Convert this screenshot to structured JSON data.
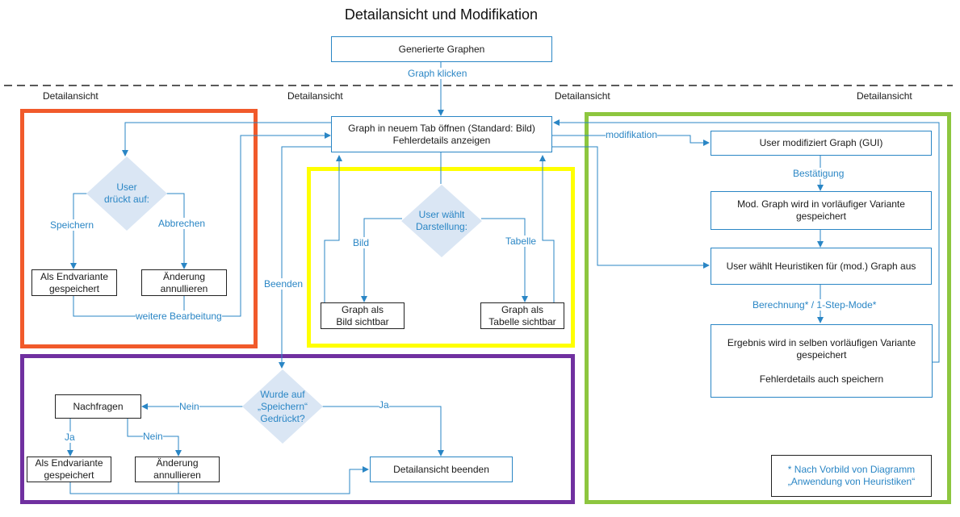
{
  "title": "Detailansicht und Modifikation",
  "sections": {
    "left": "Detailansicht",
    "middle": "Detailansicht",
    "right": "Detailansicht",
    "far_right": "Detailansicht"
  },
  "nodes": {
    "generated_graphs": "Generierte Graphen",
    "open_tab": "Graph in neuem Tab öffnen (Standard: Bild)\nFehlerdetails anzeigen",
    "user_presses": "User\ndrückt auf:",
    "save_final": "Als Endvariante\ngespeichert",
    "discard_change": "Änderung\nannullieren",
    "user_chooses_view": "User wählt\nDarstellung:",
    "graph_image": "Graph als\nBild sichtbar",
    "graph_table": "Graph als\nTabelle sichtbar",
    "user_modifies": "User modifiziert Graph (GUI)",
    "mod_saved": "Mod. Graph wird in vorläufiger Variante\ngespeichert",
    "user_heuristics": "User wählt Heuristiken für (mod.) Graph aus",
    "result_saved": "Ergebnis wird in selben vorläufigen Variante\ngespeichert\n\nFehlerdetails auch speichern",
    "was_saved": "Wurde auf\n„Speichern“\nGedrückt?",
    "ask": "Nachfragen",
    "end_detail": "Detailansicht beenden",
    "save_final_2": "Als Endvariante\ngespeichert",
    "discard_change_2": "Änderung\nannullieren",
    "note": "* Nach Vorbild von Diagramm\n„Anwendung von Heuristiken“"
  },
  "edges": {
    "graph_click": "Graph klicken",
    "modification": "modifikation",
    "save": "Speichern",
    "cancel": "Abbrechen",
    "further_edit": "weitere Bearbeitung",
    "image": "Bild",
    "table": "Tabelle",
    "confirm": "Bestätigung",
    "calculation": "Berechnung* / 1-Step-Mode*",
    "end": "Beenden",
    "no_1": "Nein",
    "yes_1": "Ja",
    "yes_2": "Ja",
    "no_2": "Nein"
  },
  "colors": {
    "orange_frame": "#f15a2b",
    "yellow_frame": "#ffff00",
    "green_frame": "#8dc63f",
    "purple_frame": "#7030a0",
    "arrow": "#2a86c5",
    "diamond_fill": "#dae6f4"
  }
}
